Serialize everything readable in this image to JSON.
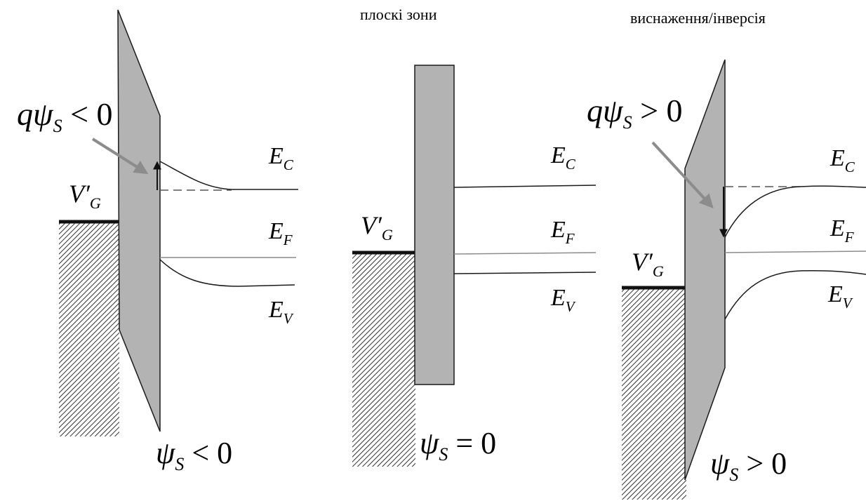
{
  "panels": {
    "accumulation": {
      "title": "",
      "surface_potential_callout": {
        "base": "qψ",
        "sub": "S",
        "rel": " < 0"
      },
      "bottom_label": {
        "base": "ψ",
        "sub": "S",
        "rel": " < 0"
      },
      "gate_label": {
        "base": "V′",
        "sub": "G"
      },
      "level_ec": {
        "base": "E",
        "sub": "C"
      },
      "level_ef": {
        "base": "E",
        "sub": "F"
      },
      "level_ev": {
        "base": "E",
        "sub": "V"
      }
    },
    "flat_band": {
      "title": "плоскі зони",
      "bottom_label": {
        "base": "ψ",
        "sub": "S",
        "rel": " = 0"
      },
      "gate_label": {
        "base": "V′",
        "sub": "G"
      },
      "level_ec": {
        "base": "E",
        "sub": "C"
      },
      "level_ef": {
        "base": "E",
        "sub": "F"
      },
      "level_ev": {
        "base": "E",
        "sub": "V"
      }
    },
    "depletion_inversion": {
      "title": "виснаження/інверсія",
      "surface_potential_callout": {
        "base": "qψ",
        "sub": "S",
        "rel": " > 0"
      },
      "bottom_label": {
        "base": "ψ",
        "sub": "S",
        "rel": " > 0"
      },
      "gate_label": {
        "base": "V′",
        "sub": "G"
      },
      "level_ec": {
        "base": "E",
        "sub": "C"
      },
      "level_ef": {
        "base": "E",
        "sub": "F"
      },
      "level_ev": {
        "base": "E",
        "sub": "V"
      }
    }
  },
  "colors": {
    "oxide_fill": "#b3b3b3",
    "line": "#1a1a1a",
    "fermi_line": "#8c8c8c",
    "callout_arrow": "#8c8c8c"
  }
}
